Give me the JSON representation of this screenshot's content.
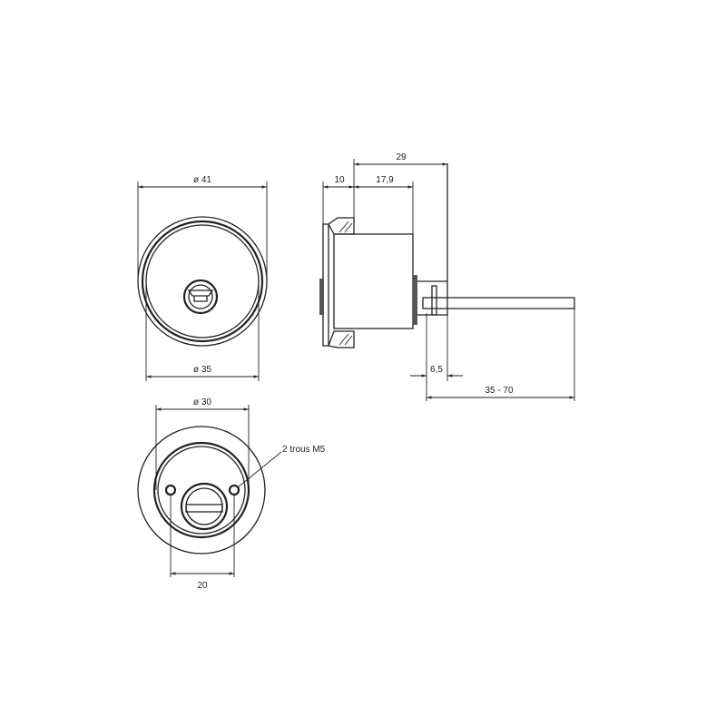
{
  "dimensions": {
    "front_outer": "ø 41",
    "front_inner": "ø 35",
    "back_ring": "ø 30",
    "hole_spacing": "20",
    "holes_note": "2 trous M5",
    "total_depth": "29",
    "flange_depth": "10",
    "body_depth": "17,9",
    "cam_offset": "6,5",
    "tail_length": "35 - 70"
  }
}
